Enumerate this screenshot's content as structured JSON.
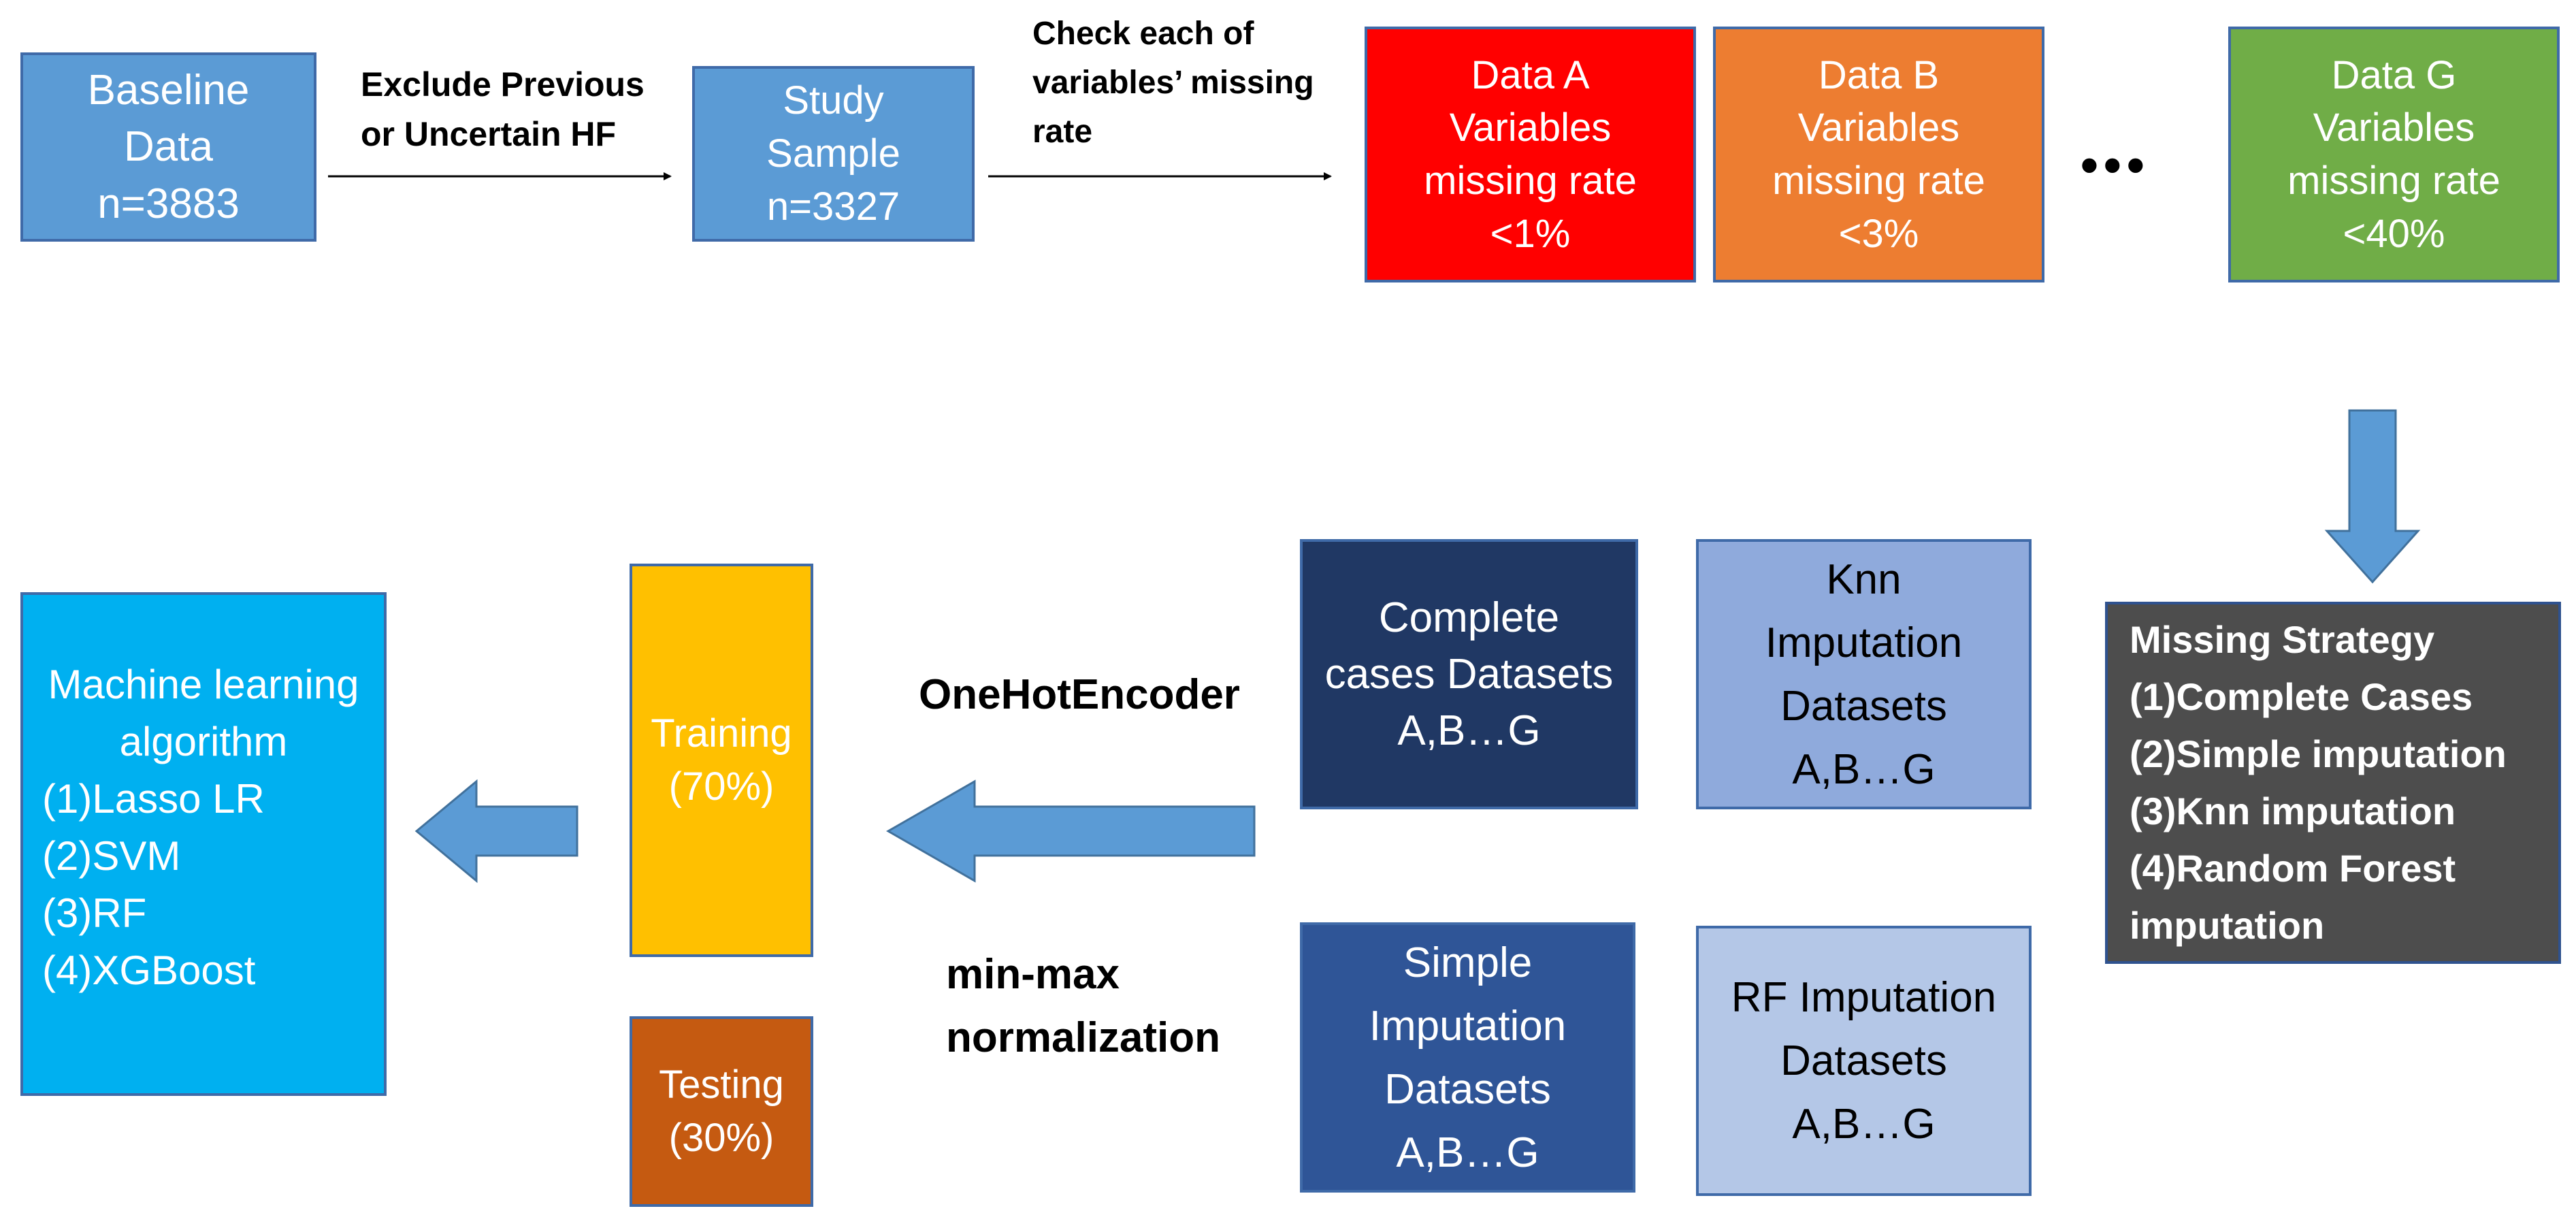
{
  "top_row": {
    "baseline": {
      "lines": [
        "Baseline",
        "Data",
        "n=3883"
      ],
      "color": "#5b9bd5"
    },
    "exclude_label": {
      "lines": [
        "Exclude Previous",
        "or Uncertain HF"
      ]
    },
    "study": {
      "lines": [
        "Study",
        "Sample",
        "n=3327"
      ],
      "color": "#5b9bd5"
    },
    "check_label": {
      "lines": [
        "Check each of",
        "variables’ missing",
        "rate"
      ]
    },
    "data_a": {
      "lines": [
        "Data A",
        "Variables",
        "missing rate",
        "<1%"
      ],
      "color": "#ff0000"
    },
    "data_b": {
      "lines": [
        "Data B",
        "Variables",
        "missing rate",
        "<3%"
      ],
      "color": "#ed7d31"
    },
    "ellipsis": "•••",
    "data_g": {
      "lines": [
        "Data G",
        "Variables",
        "missing rate",
        "<40%"
      ],
      "color": "#70ad47"
    }
  },
  "strategy": {
    "lines": [
      "Missing Strategy",
      "(1)Complete Cases",
      "(2)Simple imputation",
      "(3)Knn imputation",
      "(4)Random Forest",
      "imputation"
    ],
    "color": "#4d4d4d"
  },
  "datasets": {
    "complete": {
      "lines": [
        "Complete",
        "cases Datasets",
        "A,B…G"
      ],
      "color": "#203864"
    },
    "knn": {
      "lines": [
        "Knn",
        "Imputation",
        "Datasets",
        "A,B…G"
      ],
      "color": "#8faadc"
    },
    "simple": {
      "lines": [
        "Simple",
        "Imputation",
        "Datasets",
        "A,B…G"
      ],
      "color": "#2f5597"
    },
    "rf": {
      "lines": [
        "RF Imputation",
        "Datasets",
        "A,B…G"
      ],
      "color": "#b4c7e7"
    }
  },
  "preprocess": {
    "onehot_label": "OneHotEncoder",
    "minmax_lines": [
      "min-max",
      "normalization"
    ]
  },
  "split": {
    "training": {
      "lines": [
        "Training",
        "(70%)"
      ],
      "color": "#ffc000"
    },
    "testing": {
      "lines": [
        "Testing",
        "(30%)"
      ],
      "color": "#c55a11"
    }
  },
  "ml": {
    "title_lines": [
      "Machine learning",
      "algorithm"
    ],
    "items": [
      "(1)Lasso LR",
      "(2)SVM",
      "(3)RF",
      "(4)XGBoost"
    ],
    "color": "#00b0f0"
  },
  "arrow_color": "#5b9bd5"
}
